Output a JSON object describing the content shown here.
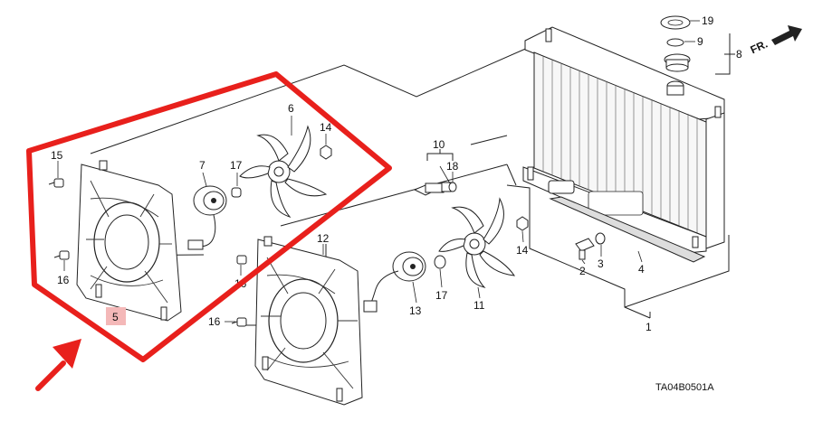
{
  "diagram": {
    "catalog_code": "TA04B0501A",
    "direction_label": "FR.",
    "part_numbers": {
      "p1": "1",
      "p2": "2",
      "p3": "3",
      "p4": "4",
      "p5": "5",
      "p6": "6",
      "p7": "7",
      "p8": "8",
      "p9": "9",
      "p10": "10",
      "p11": "11",
      "p12": "12",
      "p13": "13",
      "p14a": "14",
      "p14b": "14",
      "p15": "15",
      "p16a": "16",
      "p16b": "16",
      "p16c": "16",
      "p17a": "17",
      "p17b": "17",
      "p18": "18",
      "p19": "19"
    },
    "colors": {
      "highlight": "#e8201c",
      "label_box": "#f4b8b8",
      "line": "#222222"
    }
  }
}
